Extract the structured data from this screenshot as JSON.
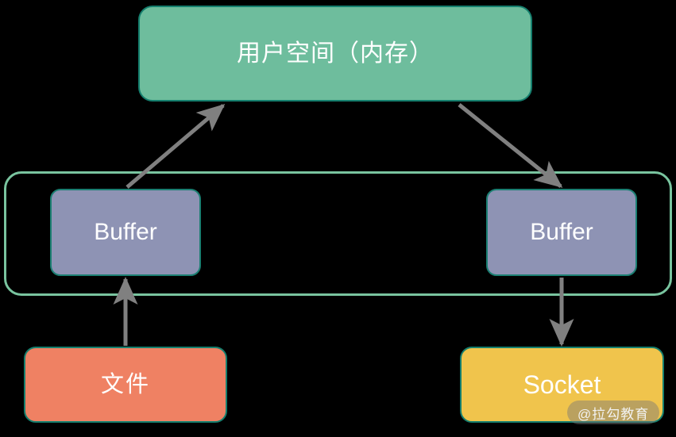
{
  "diagram": {
    "title": "zero-copy buffer flow",
    "nodes": {
      "user_space": {
        "label": "用户空间（内存）",
        "color": "#6ebd9d"
      },
      "buffer_left": {
        "label": "Buffer",
        "color": "#8e93b4"
      },
      "buffer_right": {
        "label": "Buffer",
        "color": "#8e93b4"
      },
      "file": {
        "label": "文件",
        "color": "#ef8163"
      },
      "socket": {
        "label": "Socket",
        "color": "#f0c44c"
      }
    },
    "container": {
      "label": "",
      "border_color": "#79c49f"
    },
    "arrows": [
      {
        "name": "file-to-buffer-left",
        "direction": "up",
        "color": "#808080"
      },
      {
        "name": "buffer-left-to-user-space",
        "direction": "up-right",
        "color": "#808080"
      },
      {
        "name": "user-space-to-buffer-right",
        "direction": "down-right",
        "color": "#808080"
      },
      {
        "name": "buffer-right-to-socket",
        "direction": "down",
        "color": "#808080"
      }
    ],
    "watermark": {
      "text": "@拉勾教育"
    }
  }
}
